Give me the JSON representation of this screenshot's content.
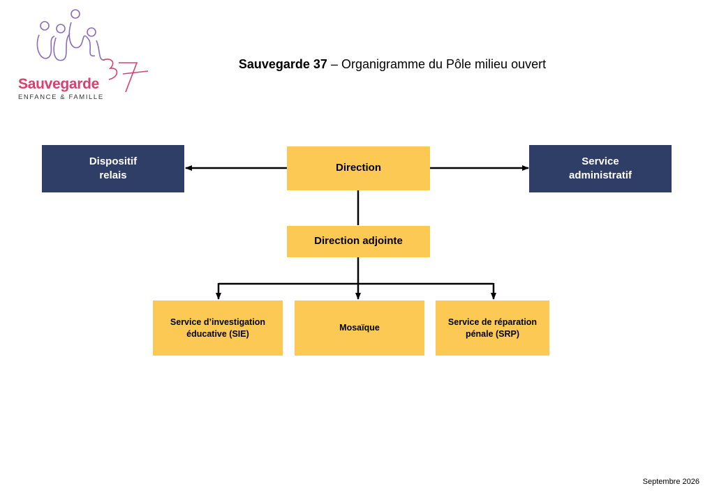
{
  "logo": {
    "name": "Sauvegarde",
    "number": "37",
    "tagline": "ENFANCE & FAMILLE"
  },
  "title": {
    "bold": "Sauvegarde 37",
    "rest": " – Organigramme du Pôle milieu ouvert"
  },
  "nodes": {
    "direction": "Direction",
    "direction_adjointe": "Direction adjointe",
    "dispositif_relais": "Dispositif\nrelais",
    "service_administratif": "Service\nadministratif",
    "sie": "Service d’investigation\néducative (SIE)",
    "mosaique": "Mosaïque",
    "srp": "Service de réparation\npénale (SRP)"
  },
  "footer": "Septembre 2026",
  "colors": {
    "navy": "#2e3e66",
    "gold": "#fcc955",
    "brand_pink": "#d9406e",
    "logo_purple": "#8a6bbf"
  }
}
